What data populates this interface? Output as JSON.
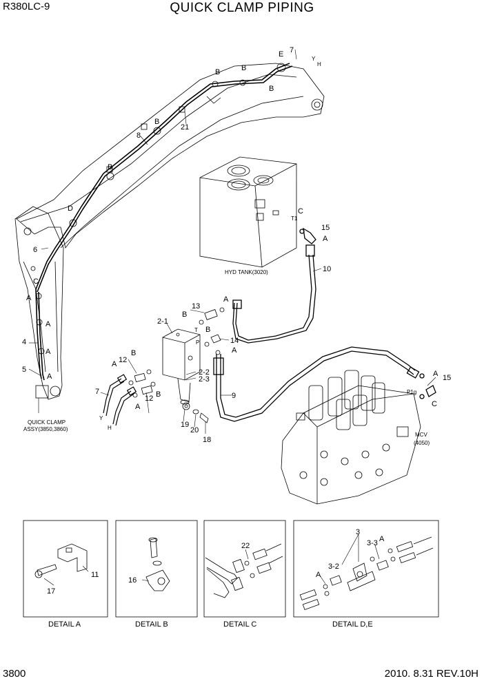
{
  "header": {
    "model": "R380LC-9",
    "title": "QUICK CLAMP PIPING"
  },
  "footer": {
    "page_number": "3800",
    "date_revision": "2010. 8.31  REV.10H"
  },
  "assemblies": {
    "hyd_tank": "HYD TANK(3020)",
    "mcv": [
      "MCV",
      "(4050)"
    ],
    "quick_clamp": [
      "QUICK CLAMP",
      "ASSY(3850,3860)"
    ]
  },
  "callouts": {
    "n2_1": "2-1",
    "n2_2": "2-2",
    "n2_3": "2-3",
    "n4": "4",
    "n5": "5",
    "n6": "6",
    "n7": "7",
    "n8": "8",
    "n9": "9",
    "n10": "10",
    "n12": "12",
    "n13": "13",
    "n14": "14",
    "n15": "15",
    "n18": "18",
    "n19": "19",
    "n20": "20",
    "n21": "21",
    "A": "A",
    "B": "B",
    "C": "C",
    "D": "D",
    "E": "E",
    "Y": "Y",
    "H": "H",
    "T": "T",
    "P": "P",
    "T1": "T1",
    "P1g": "P1g"
  },
  "details": {
    "a": {
      "title": "DETAIL  A",
      "parts": [
        "11",
        "17"
      ]
    },
    "b": {
      "title": "DETAIL  B",
      "parts": [
        "16"
      ]
    },
    "c": {
      "title": "DETAIL  C",
      "parts": [
        "22"
      ]
    },
    "de": {
      "title": "DETAIL  D,E",
      "parts": [
        "3",
        "3-2",
        "3-3",
        "A"
      ]
    }
  }
}
